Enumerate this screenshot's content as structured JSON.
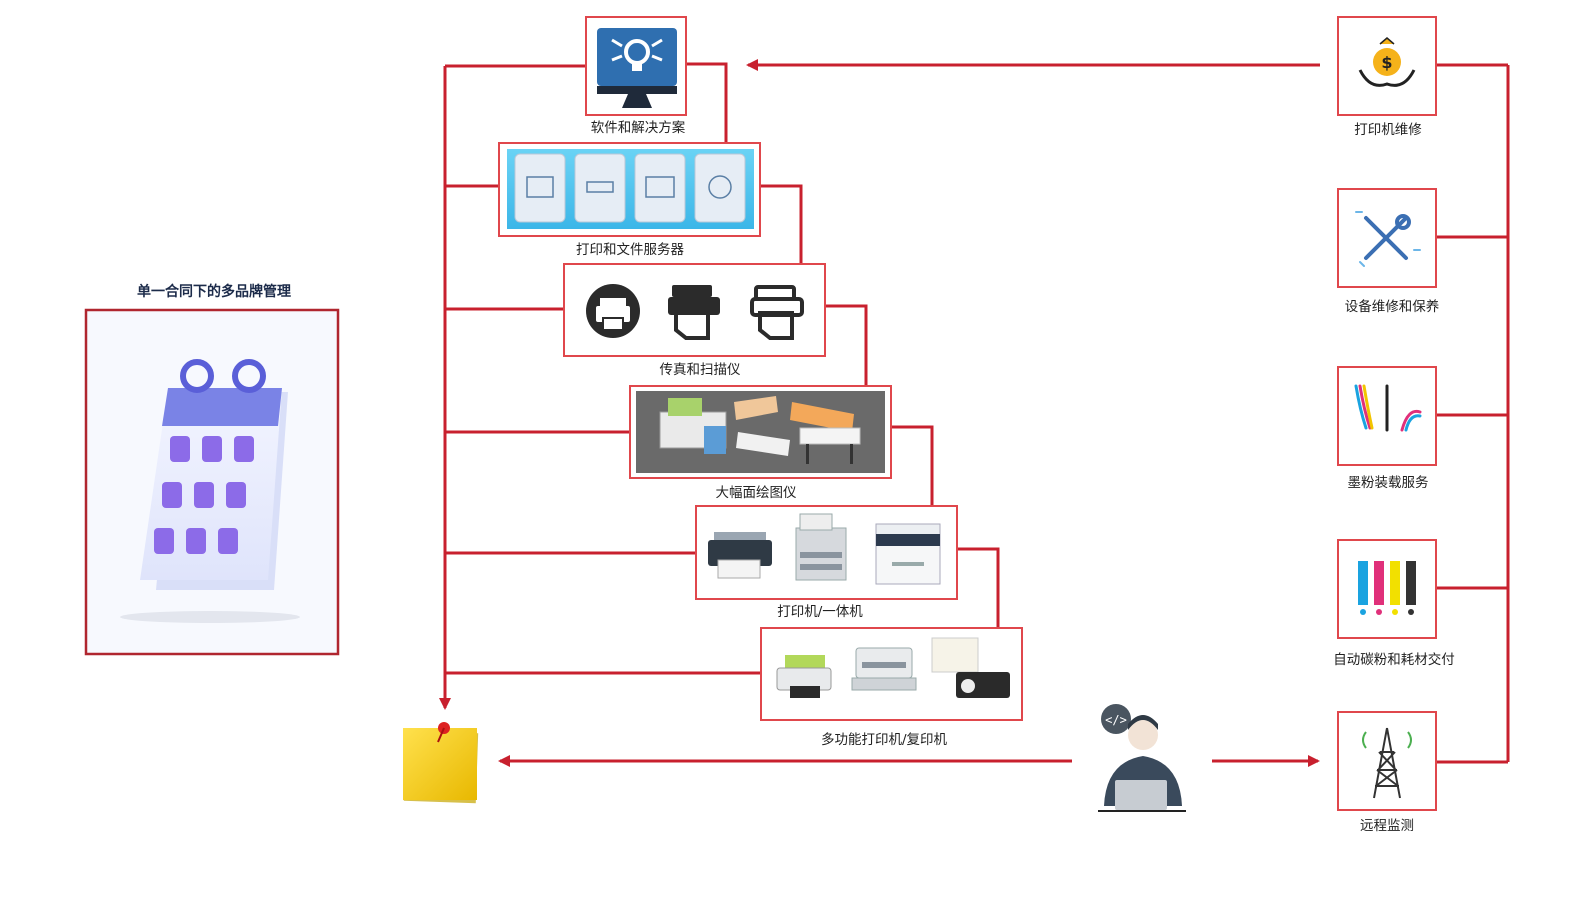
{
  "diagram": {
    "left_title": "单一合同下的多品牌管理",
    "products": [
      {
        "label": "软件和解决方案",
        "icon": "monitor-lightbulb-icon"
      },
      {
        "label": "打印和文件服务器",
        "icon": "server-cards-icon"
      },
      {
        "label": "传真和扫描仪",
        "icon": "fax-printer-icon"
      },
      {
        "label": "大幅面绘图仪",
        "icon": "plotter-icon"
      },
      {
        "label": "打印机/一体机",
        "icon": "printer-icon"
      },
      {
        "label": "多功能打印机/复印机",
        "icon": "mfp-copier-icon"
      }
    ],
    "services": [
      {
        "label": "打印机维修",
        "icon": "money-bag-hands-icon"
      },
      {
        "label": "设备维修和保养",
        "icon": "tools-icon"
      },
      {
        "label": "墨粉装载服务",
        "icon": "ink-streams-icon"
      },
      {
        "label": "自动碳粉和耗材交付",
        "icon": "toner-cartridges-icon"
      },
      {
        "label": "远程监测",
        "icon": "antenna-tower-icon"
      }
    ],
    "colors": {
      "line": "#c8202e",
      "border": "#e0474c",
      "accent": "#2f6fb0"
    }
  }
}
